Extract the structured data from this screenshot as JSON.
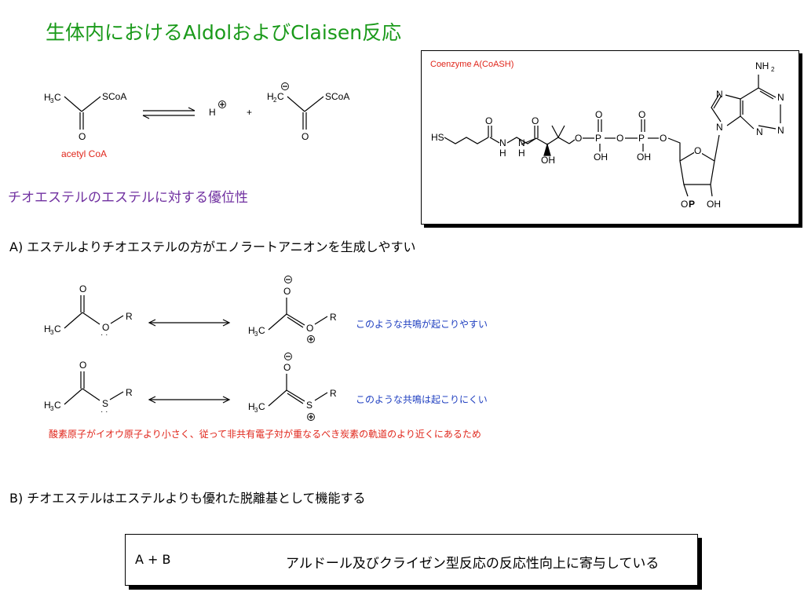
{
  "title": "生体内におけるAldolおよびClaisen反応",
  "acetyl_coa": {
    "label": "acetyl CoA",
    "h3c": "H",
    "sub3": "3",
    "c_suffix": "C",
    "scoa": "SCoA",
    "o": "O",
    "proton": "H",
    "plus": "+",
    "h2c": "H",
    "sub2": "2"
  },
  "coenzyme": {
    "label": "Coenzyme A(CoASH)",
    "hs": "HS",
    "n": "N",
    "h": "H",
    "o": "O",
    "p": "P",
    "oh": "OH",
    "op": "O",
    "op_p": "P",
    "nh2": "NH",
    "nh2_sub": "2"
  },
  "section_heading": "チオエステルのエステルに対する優位性",
  "point_a": "A)  エステルよりチオエステルの方がエノラートアニオンを生成しやすい",
  "resonance_ester_note": "このような共鳴が起こりやすい",
  "resonance_thio_note": "このような共鳴は起こりにくい",
  "reason_note": "酸素原子がイオウ原子より小さく、従って非共有電子対が重なるべき炭素の軌道のより近くにあるため",
  "resonance_atoms": {
    "o": "O",
    "s": "S",
    "r": "R",
    "h": "H",
    "sub3": "3",
    "c": "C"
  },
  "point_b": "B)  チオエステルはエステルよりも優れた脱離基として機能する",
  "summary": {
    "left": "A   +   B",
    "right": "アルドール及びクライゼン型反応の反応性向上に寄与している"
  },
  "colors": {
    "title": "#1a9a1a",
    "heading": "#7030a0",
    "note_blue": "#1f3fc0",
    "note_red": "#e0261b"
  }
}
